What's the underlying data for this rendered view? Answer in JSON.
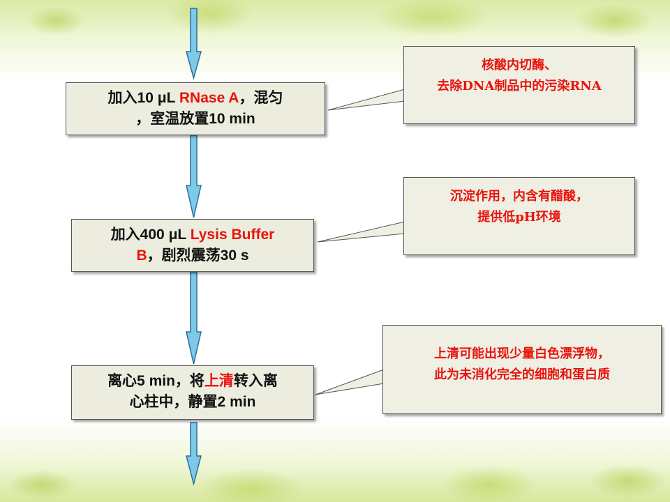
{
  "steps": [
    {
      "line1": [
        "加入10 ",
        "μL ",
        "RNase A",
        "，混匀"
      ],
      "line2": [
        "，室温放置10 min"
      ]
    },
    {
      "line1": [
        "加入400 ",
        "μL ",
        "Lysis Buffer"
      ],
      "line2": [
        "B",
        "，剧烈震荡30 s"
      ]
    },
    {
      "line1": [
        "离心5 min，将",
        "上清",
        "转入离"
      ],
      "line2": [
        "心柱中，静置2 min"
      ]
    }
  ],
  "notes": [
    {
      "line1": "核酸内切酶、",
      "line2": "去除DNA制品中的污染RNA"
    },
    {
      "line1": "沉淀作用，内含有醋酸，",
      "line2": "提供低pH环境"
    },
    {
      "line1": "上清可能出现少量白色漂浮物，",
      "line2": "此为未消化完全的细胞和蛋白质"
    }
  ],
  "colors": {
    "highlight": "#e8140c",
    "arrow_fill": "#7ec8e8",
    "arrow_stroke": "#2a6f9a",
    "box_fill": "#ececdf"
  }
}
